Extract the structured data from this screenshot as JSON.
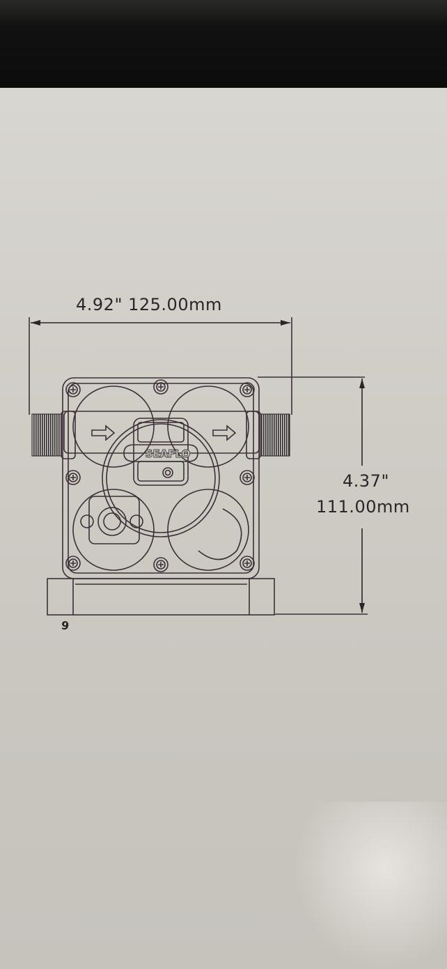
{
  "scene": {
    "background_top": "dark surface",
    "paper_color": "#d3d0cb",
    "line_color": "#3a3035"
  },
  "drawing": {
    "subject": "pump front view",
    "brand_logo_text": "SEAFLO",
    "width_dimension": {
      "inches": "4.92\"",
      "millimeters": "125.00mm",
      "label": "4.92\"  125.00mm"
    },
    "height_dimension": {
      "inches": "4.37\"",
      "millimeters": "111.00mm"
    },
    "flow_arrows": [
      "right-arrow",
      "right-arrow"
    ],
    "handwritten_mark": "9"
  }
}
